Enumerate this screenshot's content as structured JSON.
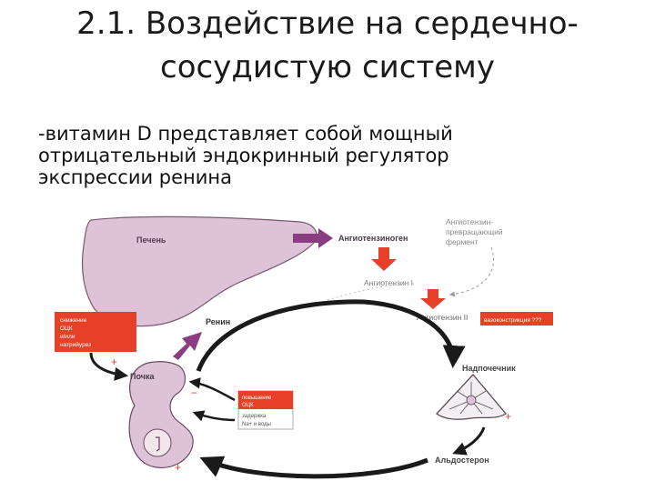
{
  "slide": {
    "title_line1": "2.1. Воздействие на сердечно-",
    "title_line2": "сосудистую систему",
    "body_line1": "-витамин D представляет собой мощный",
    "body_line2": "отрицательный эндокринный регулятор",
    "body_line3": "экспрессии ренина"
  },
  "diagram": {
    "liver": "Печень",
    "angiotensinogen": "Ангиотензиноген",
    "converting_enzyme_line1": "Ангиотензин-",
    "converting_enzyme_line2": "превращающий",
    "converting_enzyme_line3": "фермент",
    "angiotensin1": "Ангиотензин I",
    "angiotensin2": "Ангиотензин II",
    "red_box_right": "вазоконстрикция ???",
    "red_box_left_line1": "снижение",
    "red_box_left_line2": "ОЦК",
    "red_box_left_line3": "и/или",
    "red_box_left_line4": "натрийурез",
    "renin": "Ренин",
    "kidney": "Почка",
    "adrenal": "Надпочечник",
    "aldosterone": "Альдостерон",
    "retention_line1": "повышение",
    "retention_line2": "ОЦК",
    "retention_line3": "задержка",
    "retention_line4": "Na+ и воды",
    "plus": "+",
    "minus": "−"
  },
  "colors": {
    "organ_pink": "#ddc2d8",
    "accent_purple": "#8a3d80",
    "accent_red": "#e64028",
    "arrow_black": "#1a1a1a"
  }
}
